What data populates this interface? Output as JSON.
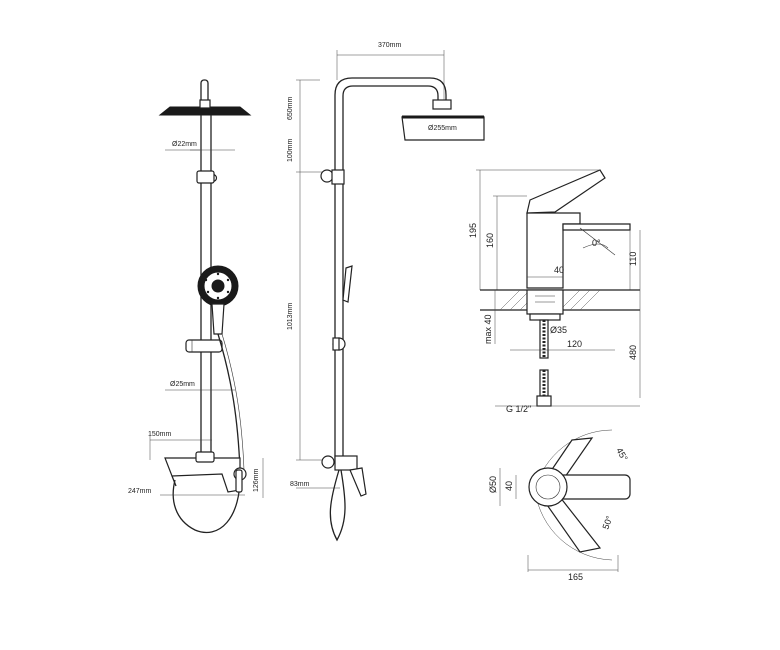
{
  "labels": {
    "d22": "Ø22mm",
    "d25": "Ø25mm",
    "w150": "150mm",
    "w247": "247mm",
    "h126": "126mm",
    "w370": "370mm",
    "h650": "650mm",
    "h100": "100mm",
    "h1013": "1013mm",
    "w83": "83mm",
    "d255": "Ø255mm",
    "h195": "195",
    "h160": "160",
    "h110": "110",
    "w40": "40",
    "max40": "max 40",
    "d35": "Ø35",
    "w120": "120",
    "h480": "480",
    "g12": "G 1/2\"",
    "a0": "0°",
    "d50": "Ø50",
    "v40": "40",
    "w165": "165",
    "a45": "45°",
    "a50": "50°"
  }
}
